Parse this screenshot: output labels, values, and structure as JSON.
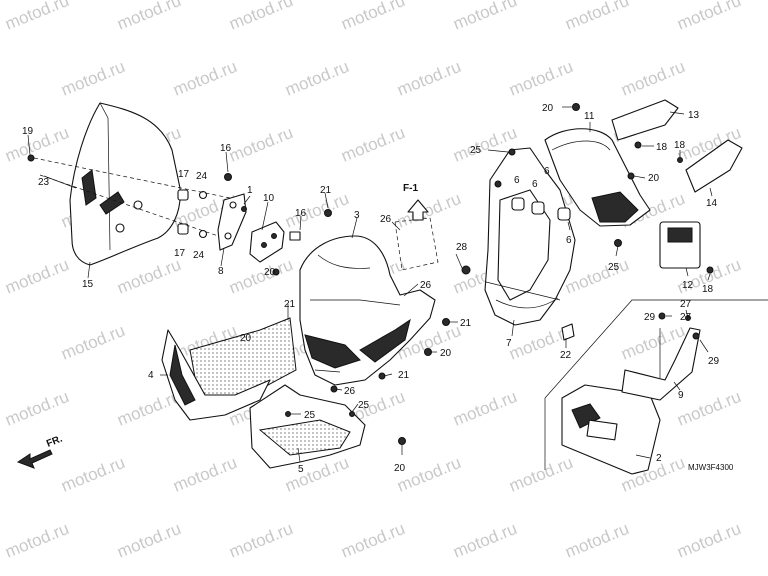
{
  "diagram": {
    "figure_code": "MJW3F4300",
    "section_ref": "F-1",
    "front_indicator": "FR.",
    "watermark_text": "motod.ru",
    "callouts": [
      "1",
      "2",
      "3",
      "4",
      "5",
      "6",
      "7",
      "8",
      "9",
      "10",
      "11",
      "12",
      "13",
      "14",
      "15",
      "16",
      "17",
      "18",
      "19",
      "20",
      "21",
      "22",
      "23",
      "24",
      "25",
      "26",
      "27",
      "28",
      "29"
    ]
  },
  "colors": {
    "ink": "#111111",
    "watermark": "#c9c9c9",
    "background": "#ffffff"
  }
}
